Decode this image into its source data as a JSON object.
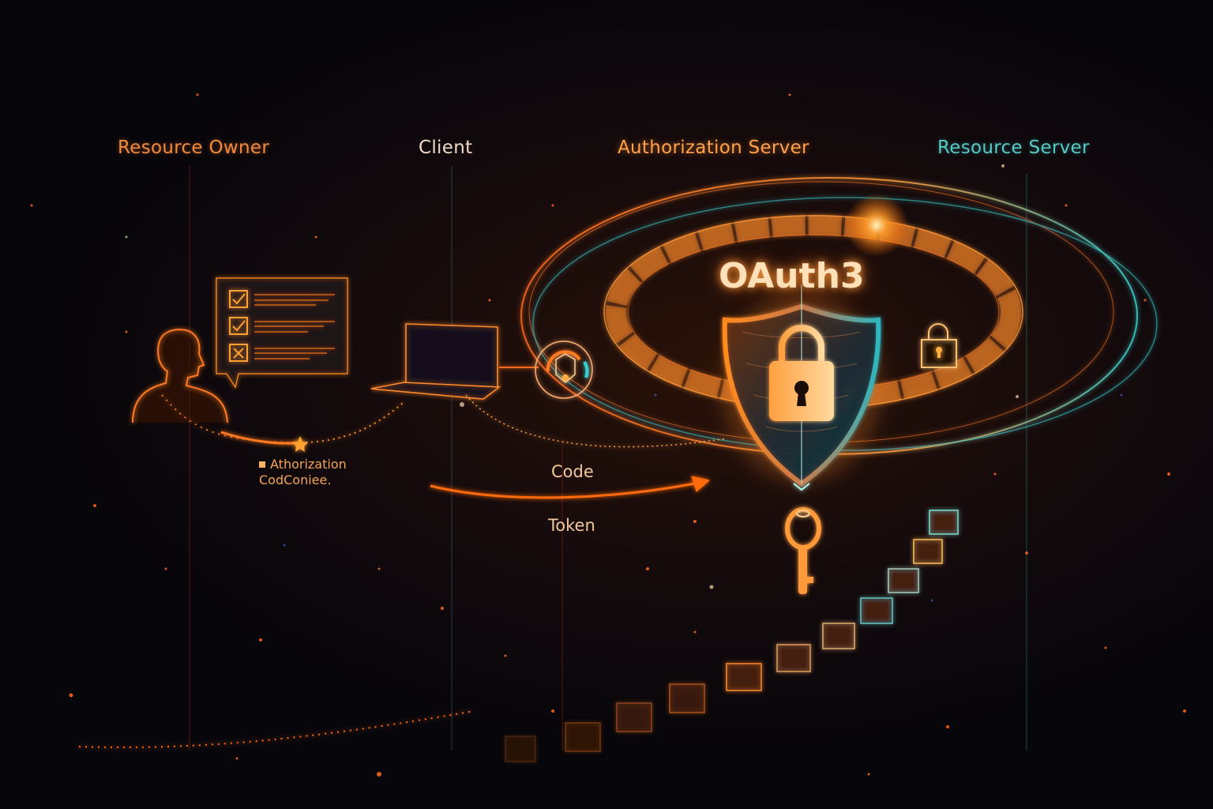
{
  "diagram": {
    "title": "OAuth3",
    "lanes": [
      {
        "id": "resource-owner",
        "label": "Resource Owner",
        "color": "#f08a3c"
      },
      {
        "id": "client",
        "label": "Client",
        "color": "#f1d9c8"
      },
      {
        "id": "authorization-server",
        "label": "Authorization Server",
        "color": "#ffa24a"
      },
      {
        "id": "resource-server",
        "label": "Resource Server",
        "color": "#58c8c4"
      }
    ],
    "flow_labels": {
      "auth_line1": "Athorization",
      "auth_line2": "CodConiee.",
      "code": "Code",
      "token": "Token"
    },
    "icons": {
      "consent_checkboxes": [
        "checked",
        "checked",
        "crossed"
      ],
      "person": "person-silhouette-icon",
      "laptop": "laptop-icon",
      "client_badge": "shield-badge-icon",
      "main_shield": "shield-lock-icon",
      "key": "key-icon",
      "resource_lock": "padlock-icon"
    },
    "colors": {
      "accent_orange": "#ff8a1e",
      "accent_teal": "#3fd0d0",
      "background": "#07060b"
    },
    "data_blocks_count": 11
  }
}
